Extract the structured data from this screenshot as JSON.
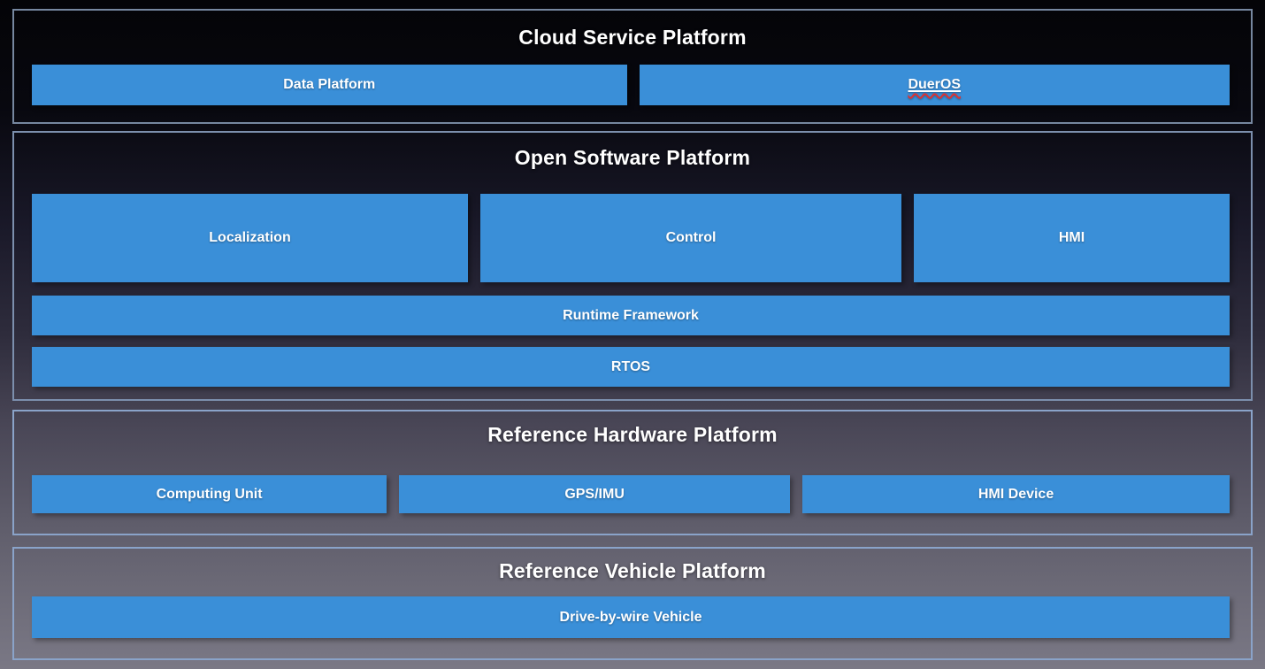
{
  "colors": {
    "box_blue": "#3a8fd8",
    "section_border": "#8aa3c9",
    "label_text": "#ffffff",
    "squiggle_red": "#e03131",
    "bg_top": "#040407",
    "bg_mid": "#1a1929",
    "bg_low": "#4a4757",
    "bg_bottom": "#7a7885"
  },
  "diagram": {
    "sections": [
      {
        "title": "Cloud Service Platform",
        "rows": [
          {
            "boxes": [
              {
                "label": "Data Platform"
              },
              {
                "label": "DuerOS"
              }
            ]
          }
        ]
      },
      {
        "title": "Open Software Platform",
        "rows": [
          {
            "boxes": [
              {
                "label": "Localization"
              },
              {
                "label": "Control"
              },
              {
                "label": "HMI"
              }
            ]
          },
          {
            "boxes": [
              {
                "label": "Runtime Framework"
              }
            ]
          },
          {
            "boxes": [
              {
                "label": "RTOS"
              }
            ]
          }
        ]
      },
      {
        "title": "Reference Hardware Platform",
        "rows": [
          {
            "boxes": [
              {
                "label": "Computing Unit"
              },
              {
                "label": "GPS/IMU"
              },
              {
                "label": "HMI Device"
              }
            ]
          }
        ]
      },
      {
        "title": "Reference Vehicle Platform",
        "rows": [
          {
            "boxes": [
              {
                "label": "Drive-by-wire Vehicle"
              }
            ]
          }
        ]
      }
    ]
  }
}
